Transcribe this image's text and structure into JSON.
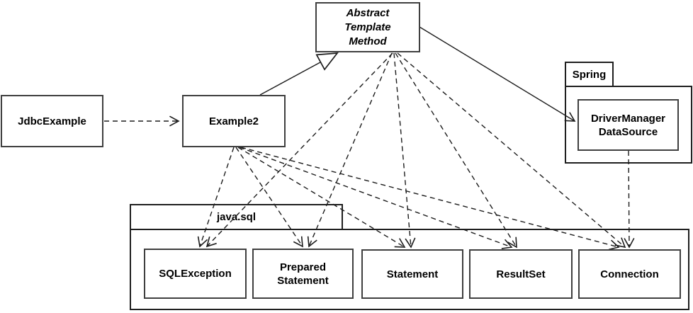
{
  "diagram": {
    "kind": "uml-class-diagram",
    "colors": {
      "background": "#ffffff",
      "stroke": "#1c1c1c",
      "text": "#000000"
    },
    "packages": {
      "spring": {
        "label": "Spring"
      },
      "java_sql": {
        "label": "java.sql"
      }
    },
    "nodes": {
      "jdbc_example": {
        "label": "JdbcExample"
      },
      "example2": {
        "label": "Example2"
      },
      "abstract_template_method": {
        "lines": [
          "Abstract",
          "Template",
          "Method"
        ]
      },
      "driver_manager_datasource": {
        "lines": [
          "DriverManager",
          "DataSource"
        ]
      },
      "sql_exception": {
        "label": "SQLException"
      },
      "prepared_statement": {
        "lines": [
          "Prepared",
          "Statement"
        ]
      },
      "statement": {
        "label": "Statement"
      },
      "result_set": {
        "label": "ResultSet"
      },
      "connection": {
        "label": "Connection"
      }
    },
    "edges": [
      {
        "from": "JdbcExample",
        "to": "Example2",
        "type": "dependency",
        "style": "dashed",
        "arrow": "open",
        "points": [
          147,
          171,
          252,
          171
        ]
      },
      {
        "from": "Example2",
        "to": "AbstractTemplateMethod",
        "type": "generalization",
        "style": "solid",
        "arrow": "triangle",
        "points": [
          367,
          134,
          476,
          75
        ]
      },
      {
        "from": "AbstractTemplateMethod",
        "to": "DriverManagerDataSource",
        "type": "association",
        "style": "solid",
        "arrow": "open",
        "points": [
          592,
          38,
          811,
          171
        ]
      },
      {
        "from": "AbstractTemplateMethod",
        "to": "SQLException",
        "type": "dependency",
        "style": "dashed",
        "arrow": "open",
        "points": [
          554,
          75,
          292,
          348
        ]
      },
      {
        "from": "AbstractTemplateMethod",
        "to": "PreparedStatement",
        "type": "dependency",
        "style": "dashed",
        "arrow": "open",
        "points": [
          553,
          75,
          436,
          348
        ]
      },
      {
        "from": "AbstractTemplateMethod",
        "to": "Statement",
        "type": "dependency",
        "style": "dashed",
        "arrow": "open",
        "points": [
          556,
          75,
          580,
          349
        ]
      },
      {
        "from": "AbstractTemplateMethod",
        "to": "ResultSet",
        "type": "dependency",
        "style": "dashed",
        "arrow": "open",
        "points": [
          558,
          75,
          729,
          349
        ]
      },
      {
        "from": "AbstractTemplateMethod",
        "to": "Connection",
        "type": "dependency",
        "style": "dashed",
        "arrow": "open",
        "points": [
          561,
          75,
          882,
          349
        ]
      },
      {
        "from": "Example2",
        "to": "SQLException",
        "type": "dependency",
        "style": "dashed",
        "arrow": "open",
        "points": [
          330,
          208,
          282,
          348
        ]
      },
      {
        "from": "Example2",
        "to": "PreparedStatement",
        "type": "dependency",
        "style": "dashed",
        "arrow": "open",
        "points": [
          333,
          208,
          427,
          348
        ]
      },
      {
        "from": "Example2",
        "to": "Statement",
        "type": "dependency",
        "style": "dashed",
        "arrow": "open",
        "points": [
          336,
          208,
          571,
          349
        ]
      },
      {
        "from": "Example2",
        "to": "ResultSet",
        "type": "dependency",
        "style": "dashed",
        "arrow": "open",
        "points": [
          338,
          208,
          722,
          349
        ]
      },
      {
        "from": "Example2",
        "to": "Connection",
        "type": "dependency",
        "style": "dashed",
        "arrow": "open",
        "points": [
          340,
          208,
          873,
          349
        ]
      },
      {
        "from": "DriverManagerDataSource",
        "to": "Connection",
        "type": "dependency",
        "style": "dashed",
        "arrow": "open",
        "points": [
          887,
          213,
          888,
          349
        ]
      }
    ]
  }
}
